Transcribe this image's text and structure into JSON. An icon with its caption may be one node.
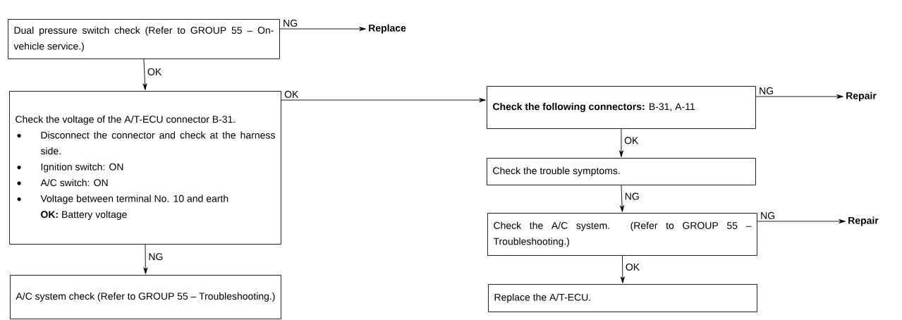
{
  "diagram": {
    "nodes": [
      {
        "text": [
          "Dual pressure switch check (Refer to GROUP 55 – On-vehicle service.)"
        ]
      },
      {
        "text": [
          "Replace"
        ]
      },
      {
        "text": [
          "Check the voltage of the A/T-ECU connector B-31.",
          "Disconnect the connector and check at the harness side.",
          "Ignition switch: ON",
          "A/C switch: ON",
          "Voltage between terminal No. 10 and earth",
          "**OK:**  Battery voltage"
        ]
      },
      {
        "text": [
          "A/C system check (Refer to GROUP 55 – Troubleshooting.)"
        ]
      },
      {
        "text": [
          "**Check the following connectors:** B-31, A-11"
        ]
      },
      {
        "text": [
          "Repair"
        ]
      },
      {
        "text": [
          "Check the trouble symptoms."
        ]
      },
      {
        "text": [
          "Check the A/C system. (Refer to GROUP 55 – Troubleshooting.)"
        ]
      },
      {
        "text": [
          "Repair"
        ]
      },
      {
        "text": [
          "Replace the A/T-ECU."
        ]
      }
    ],
    "edges": [
      {
        "from": 0,
        "to": 1,
        "arrow": "to",
        "label": "NG"
      },
      {
        "from": 0,
        "to": 2,
        "arrow": "to",
        "label": "OK"
      },
      {
        "from": 2,
        "to": 4,
        "arrow": "to",
        "label": "OK"
      },
      {
        "from": 2,
        "to": 3,
        "arrow": "to",
        "label": "NG"
      },
      {
        "from": 4,
        "to": 5,
        "arrow": "to",
        "label": "NG"
      },
      {
        "from": 4,
        "to": 6,
        "arrow": "to",
        "label": "OK"
      },
      {
        "from": 6,
        "to": 7,
        "arrow": "to",
        "label": "NG"
      },
      {
        "from": 7,
        "to": 8,
        "arrow": "to",
        "label": "NG"
      },
      {
        "from": 7,
        "to": 9,
        "arrow": "to",
        "label": "OK"
      }
    ]
  }
}
